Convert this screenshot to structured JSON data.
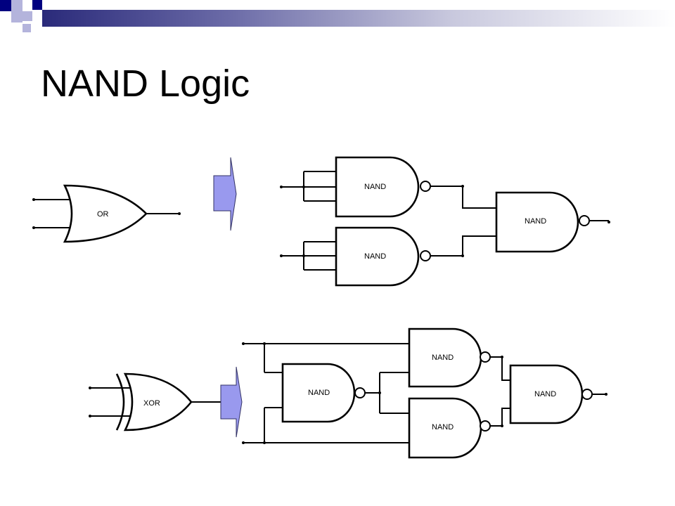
{
  "slide": {
    "title": "NAND Logic"
  },
  "colors": {
    "accent_dark": "#000080",
    "accent_light": "#b4b4dc",
    "arrow_fill": "#9999ee",
    "bar_gradient": [
      "#2a2a7a",
      "#6c6ca8",
      "#c9c9de",
      "#ffffff"
    ]
  },
  "diagram1": {
    "source_gate": "OR",
    "nand_gates": [
      "NAND",
      "NAND",
      "NAND"
    ]
  },
  "diagram2": {
    "source_gate": "XOR",
    "nand_gates": [
      "NAND",
      "NAND",
      "NAND",
      "NAND"
    ]
  }
}
